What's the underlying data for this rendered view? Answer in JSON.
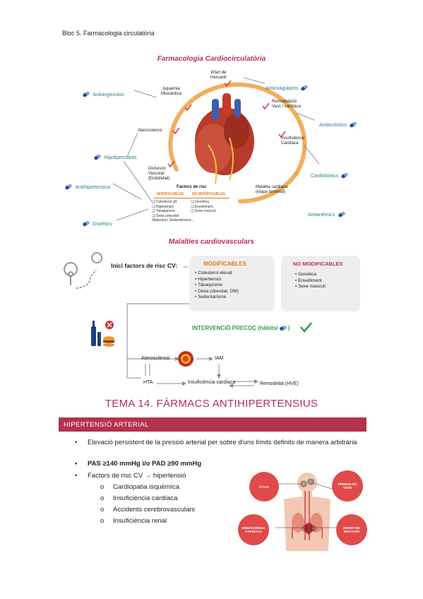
{
  "header": {
    "text": "Bloc 5. Farmacologia circulatòria"
  },
  "figure1": {
    "title": "Farmacologia Cardiocirculatòria",
    "drugs": {
      "antianginosos": "Antianginosos",
      "anticoagulants": "Anticoagulants",
      "antiarritmics": "Antiarrítmics",
      "hipolipemiants": "Hipolipemiants",
      "antihipertensius": "Antihipertensius",
      "cardiotonics": "Cardiotònics",
      "diuretics": "Diürètics",
      "antianemics": "Antianèmics"
    },
    "stages": {
      "infart": [
        "Infart de",
        "miocardi"
      ],
      "isquemia": [
        "Isquèmia",
        "Miocàrdica"
      ],
      "remodelacio": [
        "Remodelació",
        "Vasc / cardíaca"
      ],
      "aterosclerosi": "Aterosclerosi",
      "insuficiencia": [
        "Insuficiència",
        "Cardíaca"
      ],
      "disfuncio": [
        "Disfunció",
        "Vascular",
        "(Endotelial)"
      ],
      "malaltia": [
        "Malaltia cardíaca",
        "(etapa terminal)"
      ]
    },
    "risk": {
      "title": "Factors de risc",
      "mod_header": "MODIFICABLES",
      "nomod_header": "NO MODIFICABLES",
      "mod_items": [
        "Colesterol alt",
        "Hipertensió",
        "Tabaquisme",
        "Dieta (obesitat",
        "/diabetes); Sedentarisme..."
      ],
      "nomod_items": [
        "Genètica",
        "Envelliment",
        "Sexe masculí"
      ]
    }
  },
  "figure2": {
    "title": "Malalties cardiovasculars",
    "inici": "Inici factors de risc CV:",
    "mod_header": "MODIFICABLES",
    "mod_items": [
      "Colesterol elevat",
      "Hipertensió",
      "Tabaquisme",
      "Dieta (obesitat, DM)",
      "Sedentarisme"
    ],
    "nomod_header": "NO MODIFICABLES",
    "nomod_items": [
      "Genètica",
      "Envelliment",
      "Sexe masculí"
    ],
    "intervencio": "INTERVENCIÓ PRECOÇ (hàbits/",
    "intervencio_end": ")",
    "flow": {
      "aterosclerosi": "Aterosclerosi",
      "iam": "IAM",
      "hta": "HTA",
      "insuficiencia": "Insuficiència cardíaca",
      "remodelat": "Remodelat (HVE)"
    }
  },
  "tema": {
    "title": "TEMA 14. FÀRMACS ANTIHIPERTENSIUS"
  },
  "section": {
    "title": "HIPERTENSIÓ ARTERIAL"
  },
  "bullets": {
    "b1": "Elevació persistent de la pressió arterial per sobre d'uns límits definits de manera arbitrària",
    "b2": "PAS  ≥140 mmHg i/o PAD ≥90 mmHg",
    "b3": "Factors de risc CV → hipertensió",
    "sub": [
      "Cardiopatia isquèmica",
      "Insuficiència cardíaca",
      "Accidents cerebrovasculars",
      "Insuficiència renal"
    ]
  },
  "figure3": {
    "ictus": "ICTUS",
    "perdua": [
      "PÈRDUA DE",
      "VISIÓ"
    ],
    "insuf": [
      "INSUFICIÈNCIA",
      "CARDÍACA"
    ],
    "infart": [
      "INFART DE",
      "MIOCARDI"
    ]
  },
  "colors": {
    "accent": "#b5324e",
    "teal": "#2a7f8c",
    "orange": "#e07a1f",
    "red_circle": "#e04a4a"
  }
}
